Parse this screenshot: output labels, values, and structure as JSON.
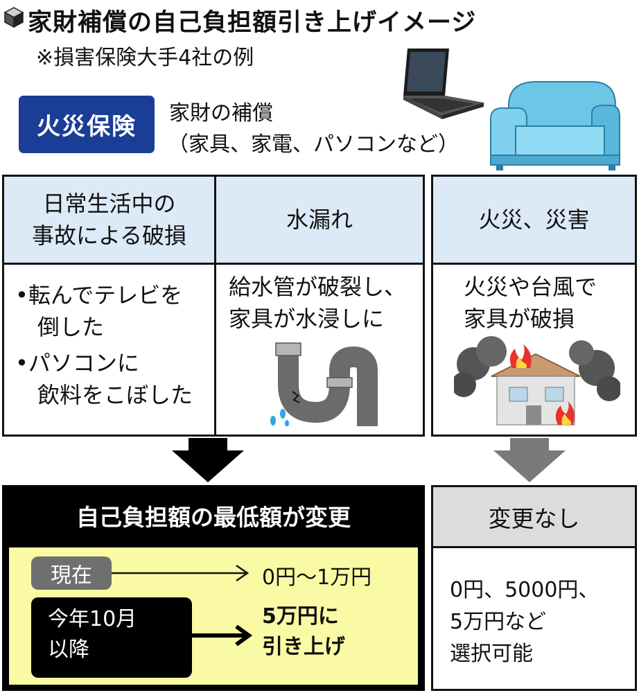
{
  "header": {
    "title": "家財補償の自己負担額引き上げイメージ",
    "subtitle": "※損害保険大手4社の例"
  },
  "insurance": {
    "badge": "火災保険",
    "desc_line1": "家財の補償",
    "desc_line2": "（家具、家電、パソコンなど）"
  },
  "categories": [
    {
      "header_lines": [
        "日常生活中の",
        "事故による破損"
      ],
      "example_lines": [
        "•転んでテレビを",
        "　倒した",
        "•パソコンに",
        "　飲料をこぼした"
      ]
    },
    {
      "header_lines": [
        "水漏れ"
      ],
      "example_lines": [
        "給水管が破裂し、",
        "家具が水浸しに"
      ]
    },
    {
      "header_lines": [
        "火災、災害"
      ],
      "example_lines": [
        "火災や台風で",
        "家具が破損"
      ]
    }
  ],
  "change": {
    "title": "自己負担額の最低額が変更",
    "current_label": "現在",
    "current_value": "0円〜1万円",
    "future_label_lines": [
      "今年10月",
      "以降"
    ],
    "future_value_lines": [
      "5万円に",
      "引き上げ"
    ]
  },
  "nochange": {
    "title": "変更なし",
    "detail_lines": [
      "0円、5000円、",
      "5万円など",
      "選択可能"
    ]
  },
  "colors": {
    "badge": "#1a3d96",
    "header_cell": "#dce9f6",
    "highlight": "#fafaa4",
    "nochange_header": "#dcdcdc",
    "arrow_right": "#7a7a7a"
  }
}
